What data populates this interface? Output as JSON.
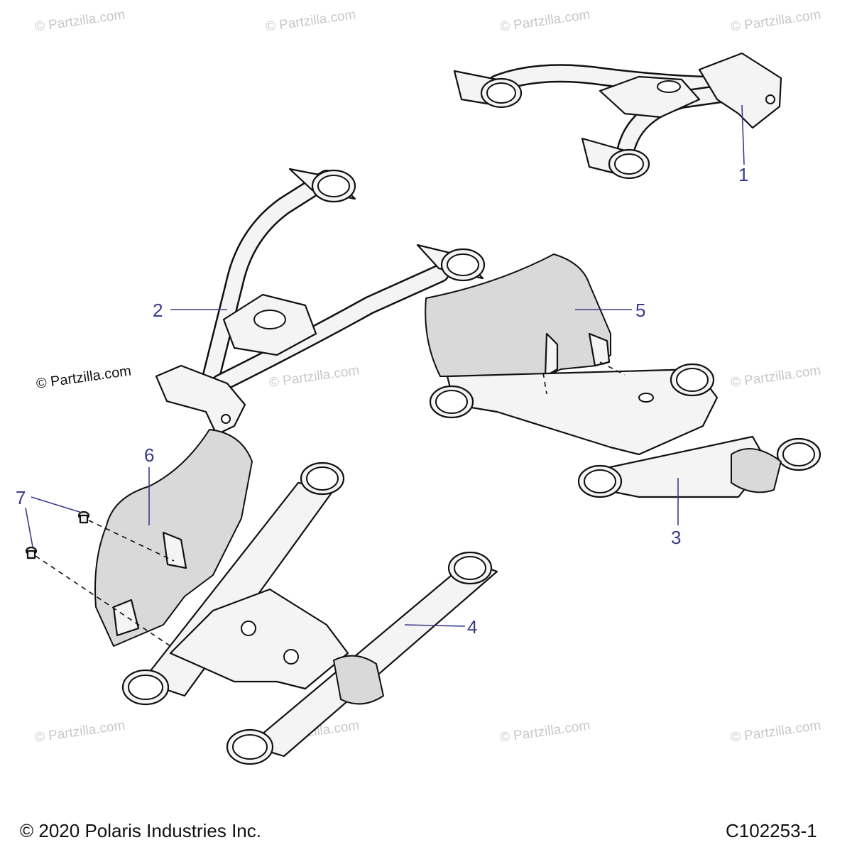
{
  "watermark": "© Partzilla.com",
  "watermark_prominent": "© Partzilla.com",
  "callouts": [
    "1",
    "2",
    "3",
    "4",
    "5",
    "6",
    "7"
  ],
  "footer": {
    "copyright": "© 2020 Polaris Industries Inc.",
    "figure_id": "C102253-1"
  }
}
